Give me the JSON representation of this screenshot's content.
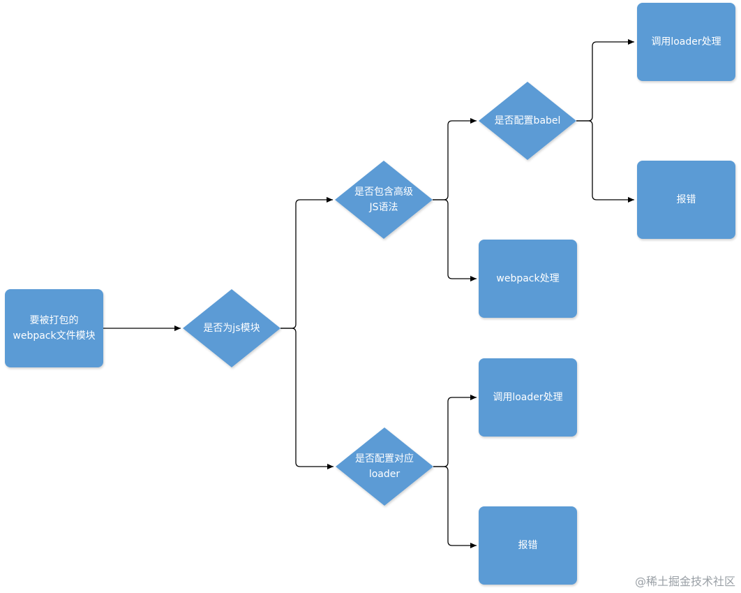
{
  "nodes": {
    "start": "要被打包的\nwebpack文件模块",
    "is_js": "是否为js模块",
    "has_advanced": "是否包含高级\nJS语法",
    "has_loader": "是否配置对应\nloader",
    "has_babel": "是否配置babel",
    "webpack_handle": "webpack处理",
    "loader_handle_top": "调用loader处理",
    "error_top": "报错",
    "loader_handle_mid": "调用loader处理",
    "error_bottom": "报错"
  },
  "watermark": "@稀土掘金技术社区",
  "colors": {
    "fill": "#5b9bd5",
    "line": "#000000",
    "text": "#ffffff"
  }
}
